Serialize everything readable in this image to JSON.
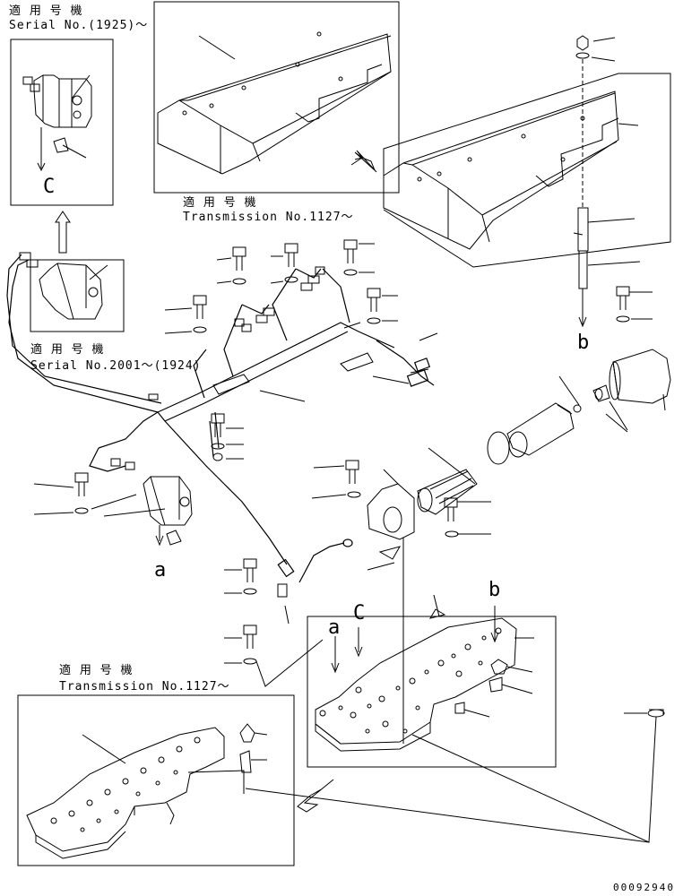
{
  "insets": {
    "top_left_jp": "適 用 号 機",
    "top_left_serial": "Serial No.(1925)～",
    "top_center_jp": "適 用 号 機",
    "top_center_trans": "Transmission No.1127～",
    "mid_left_jp": "適 用 号 機",
    "mid_left_serial": "Serial No.2001～(1924)",
    "bottom_left_jp": "適 用 号 機",
    "bottom_left_trans": "Transmission No.1127～"
  },
  "markers": {
    "a_bottom": "a",
    "a_plate": "a",
    "b_right": "b",
    "b_plate": "b",
    "c_inset": "C",
    "c_plate": "C"
  },
  "drawing_code": "00092940"
}
